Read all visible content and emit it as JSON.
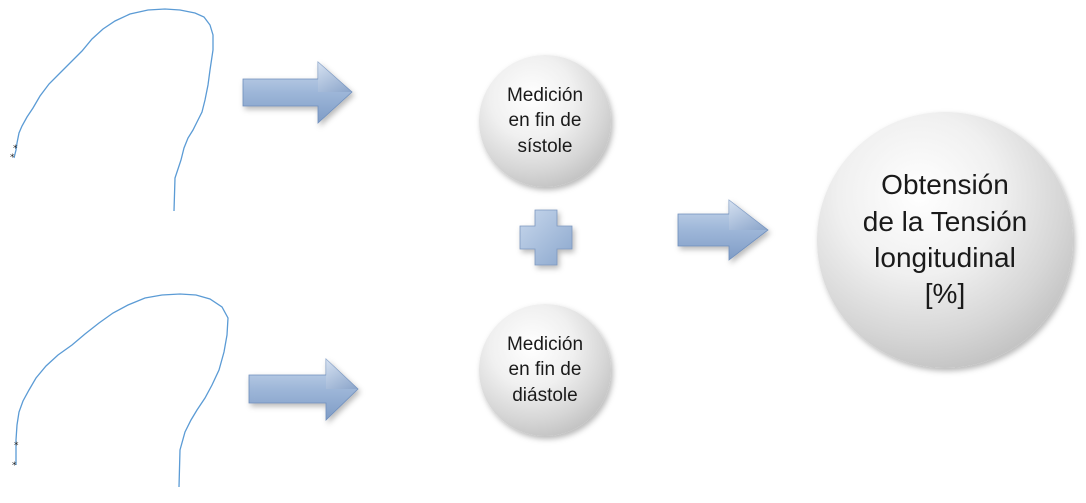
{
  "nodes": {
    "systole_label": "Medición\nen fin de\nsístole",
    "diastole_label": "Medición\nen fin de\ndiástole",
    "result_label": "Obtensión\nde la Tensión\nlongitudinal\n[%]"
  },
  "colors": {
    "contour_line": "#5b9bd5",
    "arrow_fill": "#9db6d8",
    "circle_fill": "#e6e6e6"
  }
}
